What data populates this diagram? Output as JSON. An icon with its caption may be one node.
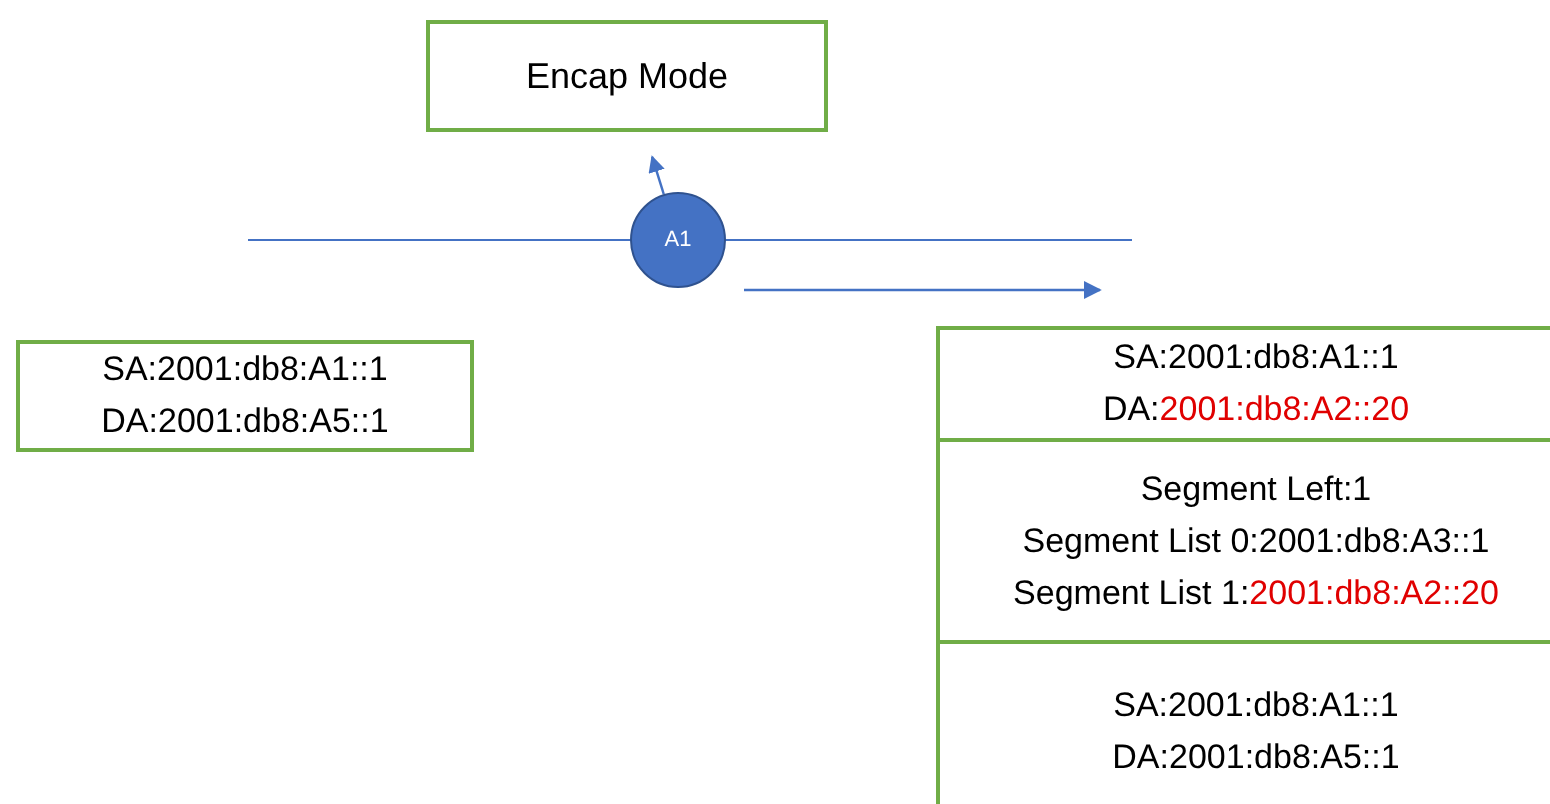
{
  "diagram": {
    "nodes": [
      {
        "text": [
          "Encap Mode"
        ]
      },
      {
        "text": [
          "A1"
        ]
      },
      {
        "text": [
          "SA:2001:db8:A1::1",
          "DA:2001:db8:A5::1"
        ]
      },
      {
        "text": [
          "SA:2001:db8:A1::1",
          "DA:2001:db8:A2::20"
        ]
      },
      {
        "text": [
          "Segment Left:1",
          "Segment List 0:2001:db8:A3::1",
          "Segment List 1:2001:db8:A2::20"
        ]
      },
      {
        "text": [
          "SA:2001:db8:A1::1",
          "DA:2001:db8:A5::1"
        ]
      }
    ],
    "edges": [
      {
        "from": 1,
        "to": 0,
        "arrow": "to"
      }
    ]
  }
}
